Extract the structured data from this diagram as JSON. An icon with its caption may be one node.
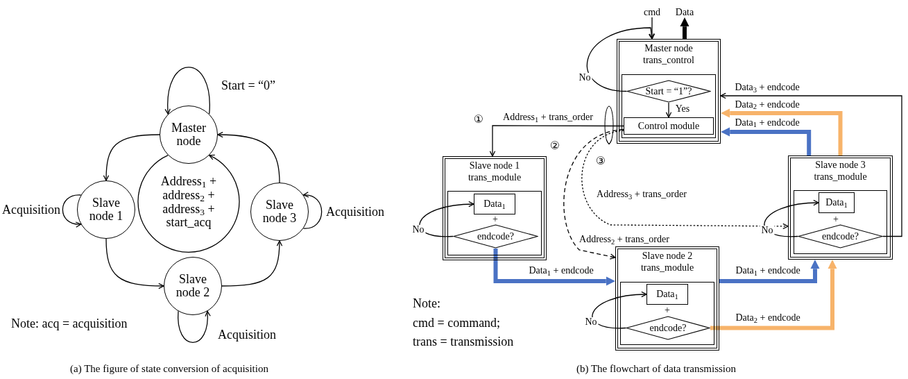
{
  "diagram": {
    "nodes": [
      {
        "text": [
          "Master node"
        ]
      },
      {
        "text": [
          "Slave node 1"
        ]
      },
      {
        "text": [
          "Slave node 2"
        ]
      },
      {
        "text": [
          "Slave node 3"
        ]
      },
      {
        "text": [
          "cmd"
        ]
      },
      {
        "text": [
          "Data"
        ]
      },
      {
        "text": [
          "Master node trans_control"
        ]
      },
      {
        "text": [],
        "shape": "box",
        "in": 6
      },
      {
        "text": [
          "Start = “1”?"
        ],
        "in": 7
      },
      {
        "text": [
          "Control module"
        ],
        "in": 7
      },
      {
        "text": [
          "Slave node 1 trans_module"
        ]
      },
      {
        "text": [],
        "shape": "box",
        "in": 10
      },
      {
        "text": [
          "Data$_{1}$"
        ],
        "in": 11
      },
      {
        "text": [
          "endcode?"
        ],
        "in": 11
      },
      {
        "text": [
          "Slave node 2 trans_module"
        ]
      },
      {
        "text": [],
        "shape": "box",
        "in": 14
      },
      {
        "text": [
          "Data$_{1}$"
        ],
        "in": 15
      },
      {
        "text": [
          "endcode?"
        ],
        "in": 15
      },
      {
        "text": [
          "Slave node 3 trans_module"
        ]
      },
      {
        "text": [],
        "shape": "box",
        "in": 18
      },
      {
        "text": [
          "Data$_{1}$"
        ],
        "in": 19
      },
      {
        "text": [
          "endcode?"
        ],
        "in": 19
      }
    ],
    "edges": [
      {
        "from": 0,
        "to": 0,
        "arrow": "to",
        "label": "Start = “0”"
      },
      {
        "from": 0,
        "to": 1,
        "arrow": "to"
      },
      {
        "from": 1,
        "to": 1,
        "arrow": "to",
        "label": "Acquisition"
      },
      {
        "from": 1,
        "to": 2,
        "arrow": "to"
      },
      {
        "from": 2,
        "to": 2,
        "arrow": "to",
        "label": "Acquisition"
      },
      {
        "from": 2,
        "to": 3,
        "arrow": "to"
      },
      {
        "from": 3,
        "to": 3,
        "arrow": "to",
        "label": "Acquisition"
      },
      {
        "from": 3,
        "to": 0,
        "arrow": "to"
      },
      {
        "from": 0,
        "to": 0,
        "arrow": "to",
        "label": "Address$_{1}$ + address$_{2}$ + address$_{3}$ + start_acq"
      },
      {
        "from": 4,
        "to": 6,
        "arrow": "to"
      },
      {
        "from": 6,
        "to": 5,
        "arrow": "to",
        "style": "thick"
      },
      {
        "from": 8,
        "to": 6,
        "arrow": "to",
        "label": "No"
      },
      {
        "from": 8,
        "to": 9,
        "arrow": "to",
        "label": "Yes"
      },
      {
        "from": 9,
        "to": 10,
        "arrow": "to",
        "label": "Address$_{1}$ + trans_order"
      },
      {
        "from": 9,
        "to": 14,
        "arrow": "to",
        "style": "dashed",
        "label": "Address$_{2}$ + trans_order"
      },
      {
        "from": 9,
        "to": 18,
        "arrow": "to",
        "style": "dashed",
        "label": "Address$_{3}$ + trans_order"
      },
      {
        "from": 13,
        "to": 12,
        "arrow": "to",
        "label": "No"
      },
      {
        "from": 17,
        "to": 16,
        "arrow": "to",
        "label": "No"
      },
      {
        "from": 21,
        "to": 20,
        "arrow": "to",
        "label": "No"
      },
      {
        "from": 13,
        "to": 14,
        "arrow": "to",
        "style": "thick",
        "color": "#4a72c4",
        "label": "Data$_{1}$ + endcode"
      },
      {
        "from": 14,
        "to": 18,
        "arrow": "to",
        "style": "thick",
        "color": "#4a72c4",
        "label": "Data$_{1}$ + endcode"
      },
      {
        "from": 18,
        "to": 6,
        "arrow": "to",
        "style": "thick",
        "color": "#4a72c4",
        "label": "Data$_{1}$ + endcode"
      },
      {
        "from": 17,
        "to": 18,
        "arrow": "to",
        "style": "thick",
        "color": "#f7b36a",
        "label": "Data$_{2}$ + endcode"
      },
      {
        "from": 18,
        "to": 6,
        "arrow": "to",
        "style": "thick",
        "color": "#f7b36a",
        "label": "Data$_{2}$ + endcode"
      },
      {
        "from": 21,
        "to": 6,
        "arrow": "to",
        "label": "Data$_{3}$ + endcode"
      }
    ],
    "labels": [
      "①",
      "②",
      "③",
      "+",
      "+",
      "+",
      "Note: acq = acquisition",
      "Note:",
      "cmd = command;",
      "trans = transmission",
      "(a) The figure of state conversion of acquisition",
      "(b) The flowchart of data transmission"
    ]
  }
}
